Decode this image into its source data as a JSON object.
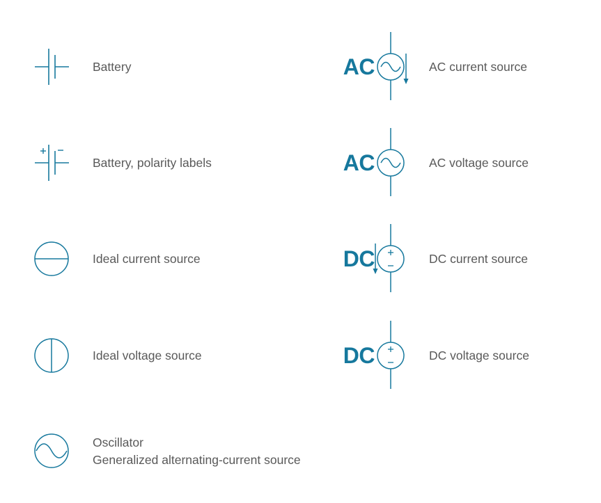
{
  "colors": {
    "accent": "#16789d",
    "label_text": "#595959",
    "background": "#ffffff"
  },
  "left": {
    "items": [
      {
        "symbol": "battery",
        "label": "Battery"
      },
      {
        "symbol": "battery-polarity",
        "label": "Battery, polarity labels",
        "plus_mark": "+",
        "minus_mark": "−"
      },
      {
        "symbol": "ideal-current-source",
        "label": "Ideal current source"
      },
      {
        "symbol": "ideal-voltage-source",
        "label": "Ideal voltage source"
      },
      {
        "symbol": "oscillator",
        "label": "Oscillator\nGeneralized alternating-current source"
      }
    ]
  },
  "right": {
    "items": [
      {
        "symbol": "ac-current-source",
        "prefix": "AC",
        "label": "AC current source"
      },
      {
        "symbol": "ac-voltage-source",
        "prefix": "AC",
        "label": "AC voltage source"
      },
      {
        "symbol": "dc-current-source",
        "prefix": "DC",
        "label": "DC current source",
        "plus_mark": "+",
        "minus_mark": "−"
      },
      {
        "symbol": "dc-voltage-source",
        "prefix": "DC",
        "label": "DC voltage source",
        "plus_mark": "+",
        "minus_mark": "−"
      }
    ]
  }
}
